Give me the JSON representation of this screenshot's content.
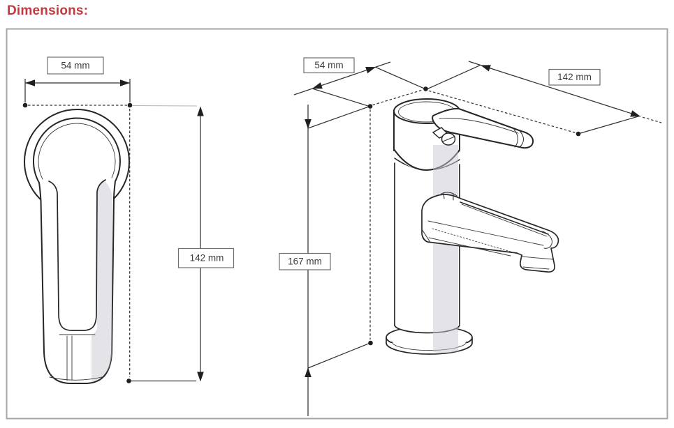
{
  "title": "Dimensions:",
  "views": {
    "top_view": {
      "label_width": "54 mm",
      "label_height": "142 mm"
    },
    "side_view": {
      "label_depth": "54 mm",
      "label_height": "167 mm",
      "label_length": "142 mm"
    }
  },
  "colors": {
    "title_text": "#c23a40",
    "drawing_line": "#262626",
    "dimension_line": "#333333",
    "dimension_marker": "#1f1f1f",
    "label_text": "#3d3d3d",
    "label_border": "#6f6f6f",
    "panel_border": "#a6a6a6",
    "reference_line": "#b3b3b3",
    "shading": "#dcdde3"
  }
}
